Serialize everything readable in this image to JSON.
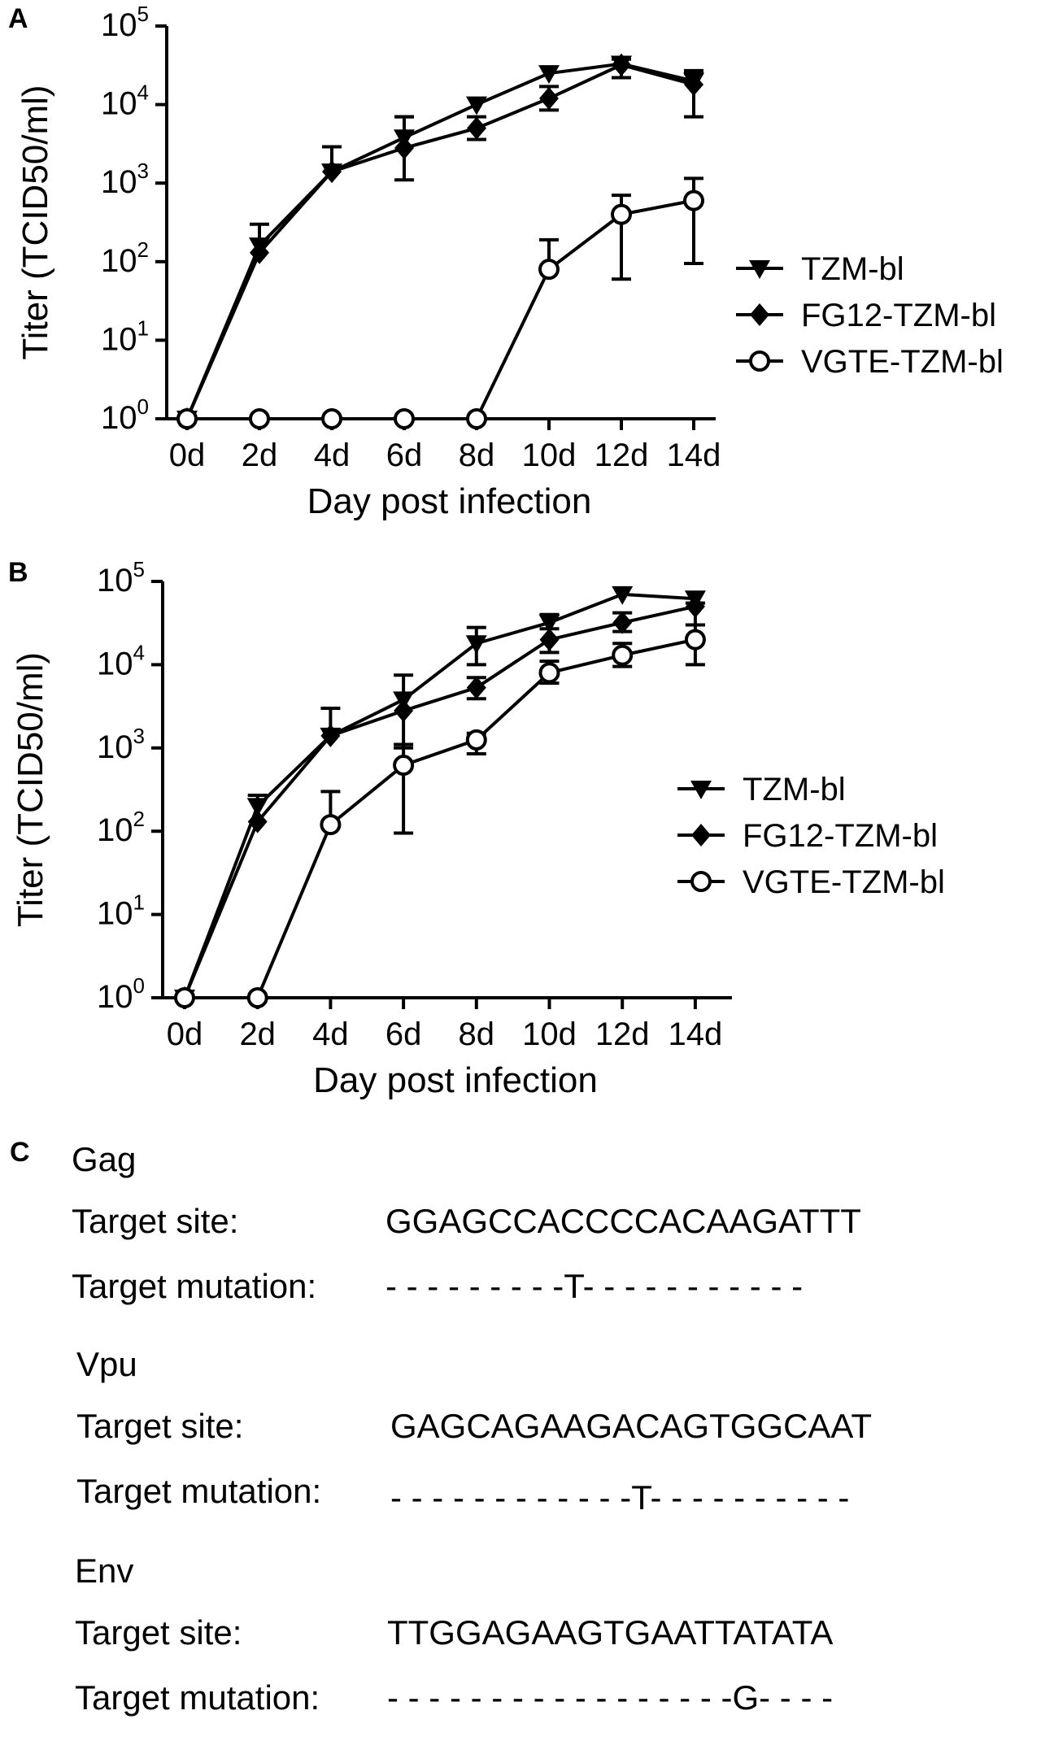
{
  "chart_data": [
    {
      "type": "line",
      "panel": "A",
      "categories": [
        "0d",
        "2d",
        "4d",
        "6d",
        "8d",
        "10d",
        "12d",
        "14d"
      ],
      "x": [
        0,
        2,
        4,
        6,
        8,
        10,
        12,
        14
      ],
      "xlabel": "Day post infection",
      "ylabel": "Titer (TCID50/ml)",
      "yscale": "log",
      "ylim": [
        1,
        100000
      ],
      "yticks": [
        {
          "base": "10",
          "exp": "0"
        },
        {
          "base": "10",
          "exp": "1"
        },
        {
          "base": "10",
          "exp": "2"
        },
        {
          "base": "10",
          "exp": "3"
        },
        {
          "base": "10",
          "exp": "4"
        },
        {
          "base": "10",
          "exp": "5"
        }
      ],
      "legend": "right",
      "series": [
        {
          "name": "TZM-bl",
          "marker": "triangle-down",
          "values": [
            1,
            160,
            1400,
            3800,
            10000,
            25000,
            33000,
            20000
          ],
          "err_upper": [
            1,
            300,
            2900,
            7000,
            10000,
            25000,
            40000,
            27000
          ],
          "err_lower": [
            1,
            160,
            1400,
            3800,
            10000,
            25000,
            33000,
            20000
          ]
        },
        {
          "name": "FG12-TZM-bl",
          "marker": "diamond",
          "values": [
            1,
            130,
            1400,
            2800,
            5000,
            12000,
            32000,
            18000
          ],
          "err_upper": [
            1,
            130,
            1400,
            7000,
            7000,
            17000,
            38000,
            25000
          ],
          "err_lower": [
            1,
            130,
            1400,
            1100,
            3600,
            8500,
            22000,
            7000
          ]
        },
        {
          "name": "VGTE-TZM-bl",
          "marker": "circle-open",
          "values": [
            1,
            1,
            1,
            1,
            1,
            80,
            400,
            600
          ],
          "err_upper": [
            1,
            1,
            1,
            1,
            1,
            190,
            700,
            1150
          ],
          "err_lower": [
            1,
            1,
            1,
            1,
            1,
            80,
            60,
            95
          ]
        }
      ]
    },
    {
      "type": "line",
      "panel": "B",
      "categories": [
        "0d",
        "2d",
        "4d",
        "6d",
        "8d",
        "10d",
        "12d",
        "14d"
      ],
      "x": [
        0,
        2,
        4,
        6,
        8,
        10,
        12,
        14
      ],
      "xlabel": "Day post infection",
      "ylabel": "Titer (TCID50/ml)",
      "yscale": "log",
      "ylim": [
        1,
        100000
      ],
      "yticks": [
        {
          "base": "10",
          "exp": "0"
        },
        {
          "base": "10",
          "exp": "1"
        },
        {
          "base": "10",
          "exp": "2"
        },
        {
          "base": "10",
          "exp": "3"
        },
        {
          "base": "10",
          "exp": "4"
        },
        {
          "base": "10",
          "exp": "5"
        }
      ],
      "legend": "right",
      "series": [
        {
          "name": "TZM-bl",
          "marker": "triangle-down",
          "values": [
            1,
            200,
            1400,
            3800,
            18000,
            32000,
            70000,
            62000
          ],
          "err_upper": [
            1,
            270,
            3000,
            7500,
            28000,
            40000,
            70000,
            62000
          ],
          "err_lower": [
            1,
            200,
            1400,
            3800,
            10000,
            32000,
            70000,
            62000
          ]
        },
        {
          "name": "FG12-TZM-bl",
          "marker": "diamond",
          "values": [
            1,
            130,
            1400,
            2800,
            5300,
            20000,
            32000,
            50000
          ],
          "err_upper": [
            1,
            130,
            1400,
            2800,
            7000,
            27000,
            42000,
            55000
          ],
          "err_lower": [
            1,
            130,
            1400,
            1000,
            3900,
            14000,
            25000,
            30000
          ]
        },
        {
          "name": "VGTE-TZM-bl",
          "marker": "circle-open",
          "values": [
            1,
            1,
            120,
            620,
            1250,
            8000,
            13000,
            20000
          ],
          "err_upper": [
            1,
            1,
            300,
            1100,
            1500,
            11000,
            18000,
            30000
          ],
          "err_lower": [
            1,
            1,
            120,
            95,
            850,
            6000,
            9500,
            10000
          ]
        }
      ]
    }
  ],
  "panel_letters": {
    "a": "A",
    "b": "B",
    "c": "C"
  },
  "panel_c": {
    "blocks": [
      {
        "gene": "Gag",
        "site_label": "Target site:",
        "site_seq": "GGAGCCACCCCACAAGATTT",
        "mutation_label": "Target mutation:",
        "mutation_seq": "- - - - - - - - -T- - - - - - - - - - -"
      },
      {
        "gene": "Vpu",
        "site_label": "Target site:",
        "site_seq": "GAGCAGAAGACAGTGGCAAT",
        "mutation_label": "Target mutation:",
        "mutation_seq": "- - - - - - - - - - - -T- - - - - - - - - -"
      },
      {
        "gene": "Env",
        "site_label": "Target site:",
        "site_seq": "TTGGAGAAGTGAATTATATA",
        "mutation_label": "Target mutation:",
        "mutation_seq": "- - - - - - - - - - - - - - - - -G- - - -"
      }
    ]
  }
}
